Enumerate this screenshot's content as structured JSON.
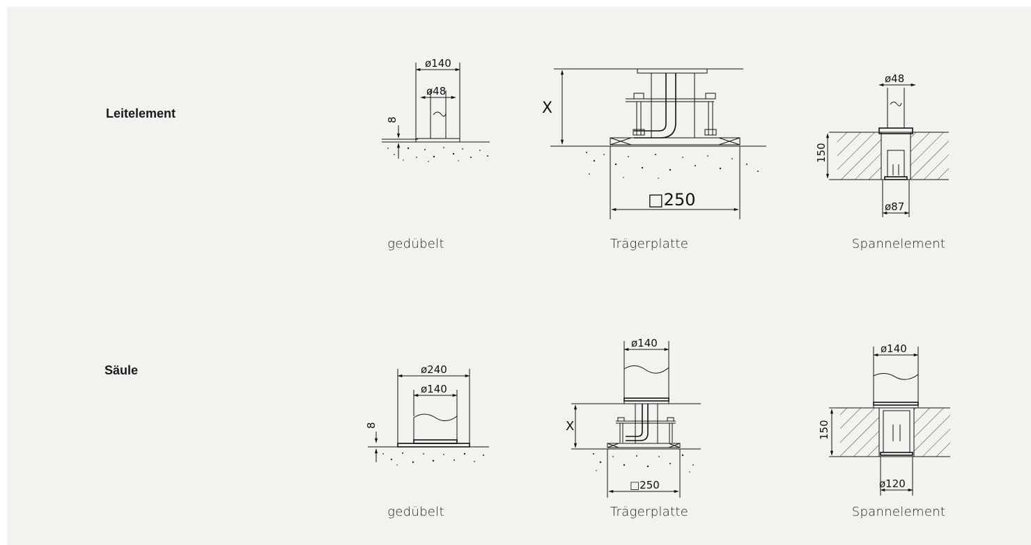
{
  "rows": [
    {
      "label": "Leitelement",
      "variants": [
        {
          "caption": "gedübelt",
          "dims": [
            "ø140",
            "ø48",
            "8"
          ]
        },
        {
          "caption": "Trägerplatte",
          "dims": [
            "X",
            "□250"
          ]
        },
        {
          "caption": "Spannelement",
          "dims": [
            "ø48",
            "150",
            "ø87"
          ]
        }
      ]
    },
    {
      "label": "Säule",
      "variants": [
        {
          "caption": "gedübelt",
          "dims": [
            "ø240",
            "ø140",
            "8"
          ]
        },
        {
          "caption": "Trägerplatte",
          "dims": [
            "ø140",
            "X",
            "□250"
          ]
        },
        {
          "caption": "Spannelement",
          "dims": [
            "ø140",
            "150",
            "ø120"
          ]
        }
      ]
    }
  ]
}
